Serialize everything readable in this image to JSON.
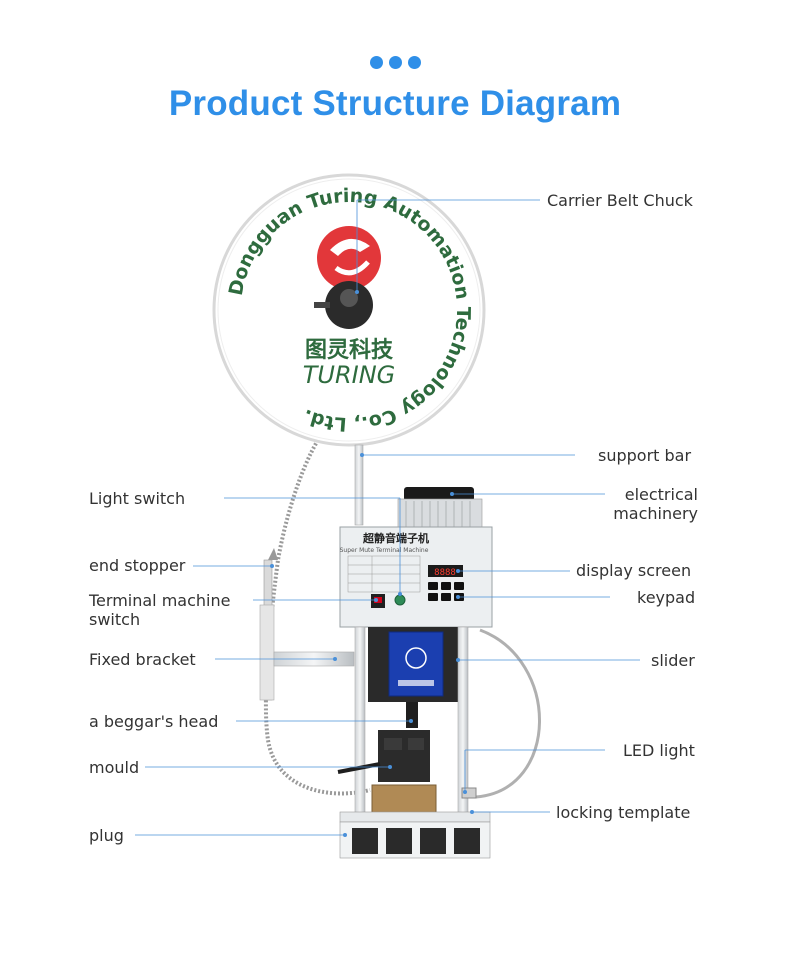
{
  "header": {
    "title": "Product Structure Diagram"
  },
  "logo": {
    "ring_text": "Dongguan Turing Automation Technology Co., Ltd.",
    "chinese_name": "图灵科技",
    "brand": "TURING"
  },
  "machine": {
    "panel_title": "超静音端子机",
    "panel_subtitle": "Super Mute Terminal Machine",
    "display_value": "8888"
  },
  "labels_left": {
    "light_switch": "Light switch",
    "end_stopper": "end stopper",
    "terminal_switch_line1": "Terminal machine",
    "terminal_switch_line2": "switch",
    "fixed_bracket": "Fixed bracket",
    "beggar_head": "a beggar's head",
    "mould": "mould",
    "plug": "plug"
  },
  "labels_right": {
    "carrier_belt_chuck": "Carrier Belt Chuck",
    "support_bar": "support bar",
    "electrical_line1": "electrical",
    "electrical_line2": "machinery",
    "display_screen": "display screen",
    "keypad": "keypad",
    "slider": "slider",
    "led_light": "LED light",
    "locking_template": "locking template"
  },
  "colors": {
    "accent": "#2f8fe8",
    "leader": "#4a90d9",
    "logo_green": "#2e6b3e",
    "logo_red": "#e2373a"
  }
}
